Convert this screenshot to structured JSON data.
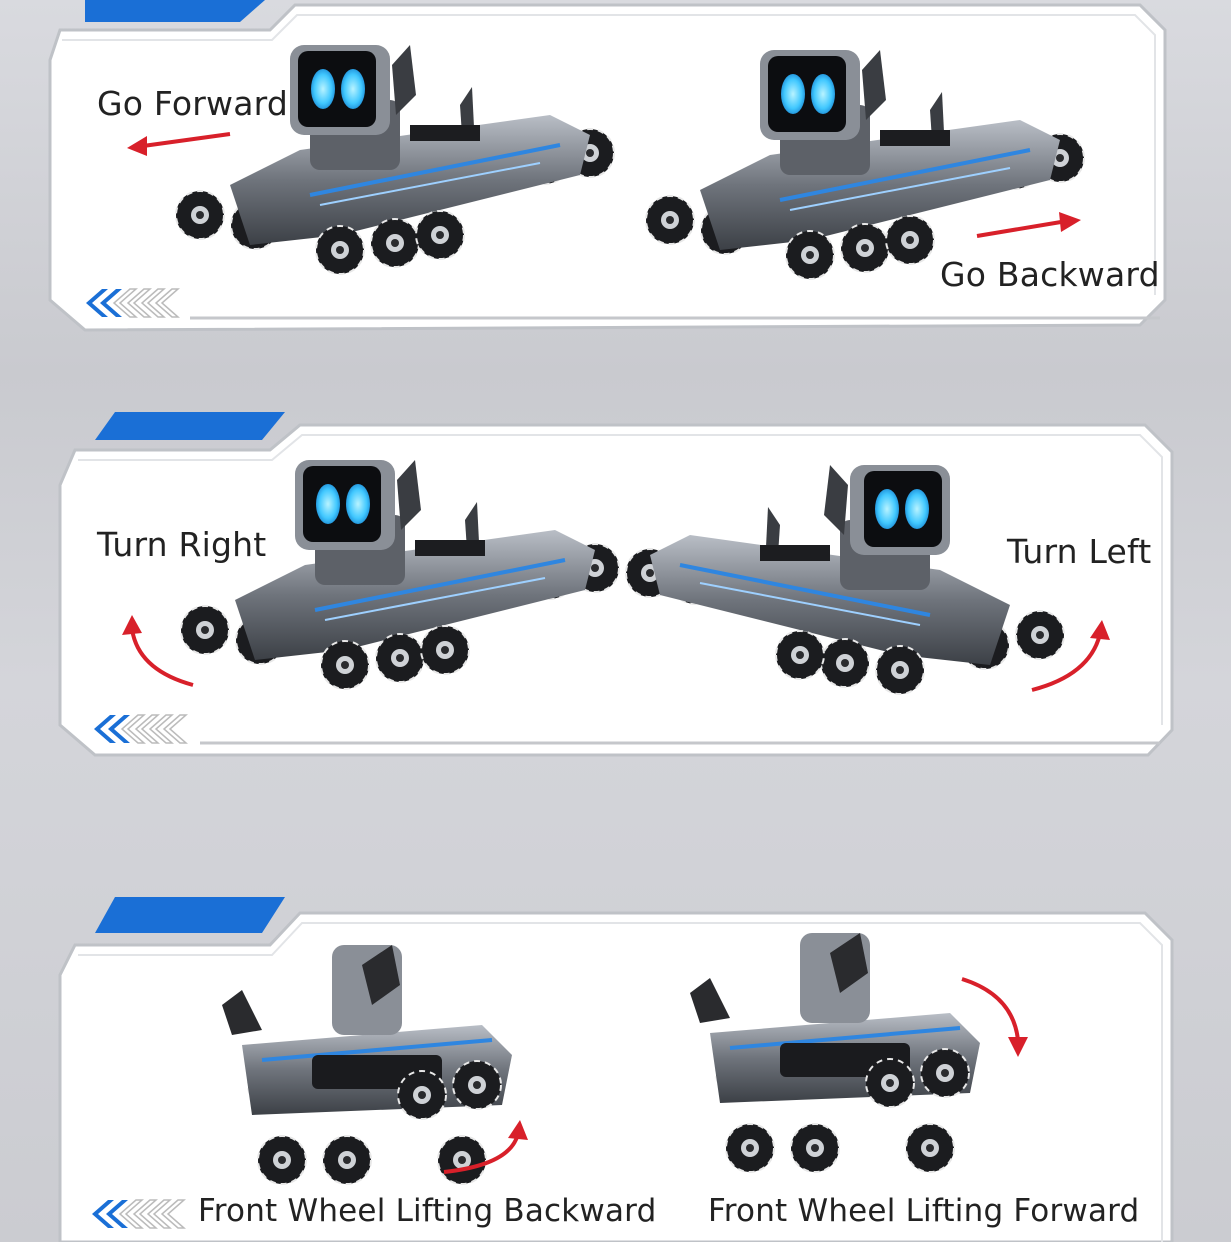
{
  "panels": [
    {
      "id": "panel-1",
      "labels": {
        "left": "Go Forward",
        "right": "Go Backward"
      }
    },
    {
      "id": "panel-2",
      "labels": {
        "left": "Turn Right",
        "right": "Turn Left"
      }
    },
    {
      "id": "panel-3",
      "labels": {
        "left": "Front Wheel Lifting Backward",
        "right": "Front Wheel Lifting Forward"
      }
    }
  ],
  "colors": {
    "accent_blue": "#1a6fd6",
    "arrow_red": "#d8202a",
    "panel_bg": "#ffffff",
    "robot_body": "#6b7078",
    "robot_eye": "#4fd4ff"
  },
  "icons": [
    "chevron-rewind-icon",
    "arrow-left-icon",
    "arrow-right-icon",
    "curved-arrow-icon",
    "robot-dog-image"
  ]
}
